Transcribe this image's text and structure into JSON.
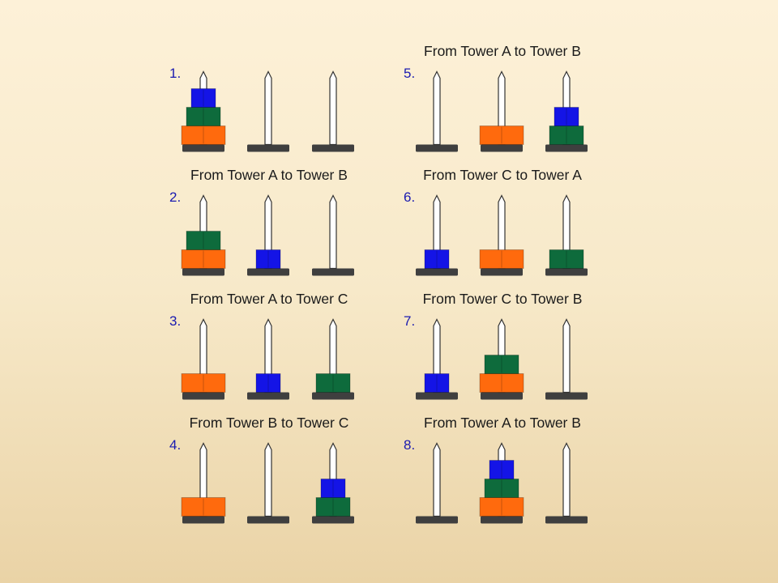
{
  "colors": {
    "background_top": "#fdf1d8",
    "background_bottom": "#ead3a6",
    "base": "#3f3f3f",
    "peg_fill": "#ffffff",
    "peg_outline": "#333333",
    "small_disk": "#1414e6",
    "medium_disk": "#0e6b3c",
    "large_disk": "#ff6a0d",
    "step_number": "#1a1ab0",
    "caption": "#1a1a1a"
  },
  "towers": [
    "A",
    "B",
    "C"
  ],
  "disk_names": [
    "small",
    "medium",
    "large"
  ],
  "captions": [
    "From Tower A to Tower B",
    "From Tower A to Tower B",
    "From Tower A to Tower C",
    "From Tower C to Tower A",
    "From Tower B to Tower C",
    "From Tower C to Tower B",
    "From Tower A to Tower B"
  ],
  "steps": [
    {
      "label": "1.",
      "pegs": [
        [
          "large",
          "medium",
          "small"
        ],
        [],
        []
      ]
    },
    {
      "label": "2.",
      "pegs": [
        [
          "large",
          "medium"
        ],
        [
          "small"
        ],
        []
      ]
    },
    {
      "label": "3.",
      "pegs": [
        [
          "large"
        ],
        [
          "small"
        ],
        [
          "medium"
        ]
      ]
    },
    {
      "label": "4.",
      "pegs": [
        [
          "large"
        ],
        [],
        [
          "medium",
          "small"
        ]
      ]
    },
    {
      "label": "5.",
      "pegs": [
        [],
        [
          "large"
        ],
        [
          "medium",
          "small"
        ]
      ]
    },
    {
      "label": "6.",
      "pegs": [
        [
          "small"
        ],
        [
          "large"
        ],
        [
          "medium"
        ]
      ]
    },
    {
      "label": "7.",
      "pegs": [
        [
          "small"
        ],
        [
          "large",
          "medium"
        ],
        []
      ]
    },
    {
      "label": "8.",
      "pegs": [
        [],
        [
          "large",
          "medium",
          "small"
        ],
        []
      ]
    }
  ]
}
